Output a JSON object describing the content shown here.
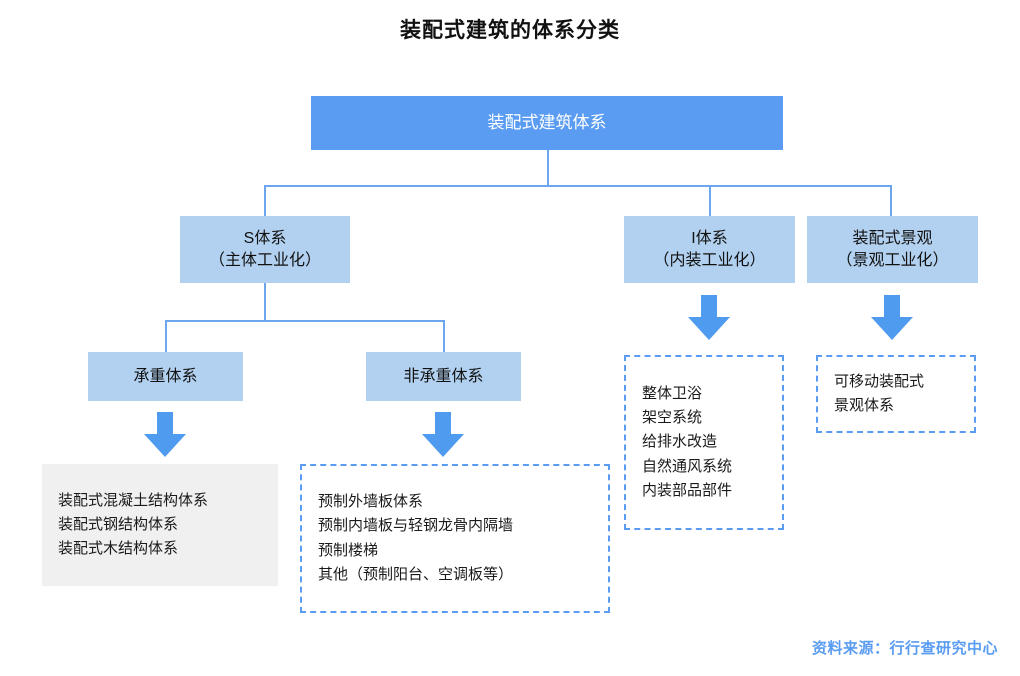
{
  "page": {
    "title": "装配式建筑的体系分类",
    "footer_source": "资料来源：行行查研究中心",
    "colors": {
      "root_fill": "#5a9cf2",
      "level2_fill": "#b2d1f0",
      "connector": "#6ba6ef",
      "arrow": "#4f9bf0",
      "gray_panel": "#f0f0f0",
      "dashed_border": "#5a9cf2",
      "footer_text": "#5a9cf2"
    }
  },
  "diagram": {
    "type": "tree",
    "root": {
      "label": "装配式建筑体系"
    },
    "branches": [
      {
        "id": "s-system",
        "label_line1": "S体系",
        "label_line2": "（主体工业化）",
        "children": [
          {
            "id": "load-bearing",
            "label": "承重体系",
            "items": [
              "装配式混凝土结构体系",
              "装配式钢结构体系",
              "装配式木结构体系"
            ]
          },
          {
            "id": "non-load-bearing",
            "label": "非承重体系",
            "items": [
              "预制外墙板体系",
              "预制内墙板与轻钢龙骨内隔墙",
              "预制楼梯",
              "其他（预制阳台、空调板等）"
            ]
          }
        ]
      },
      {
        "id": "i-system",
        "label_line1": "I体系",
        "label_line2": "（内装工业化）",
        "items": [
          "整体卫浴",
          "架空系统",
          "给排水改造",
          "自然通风系统",
          "内装部品部件"
        ]
      },
      {
        "id": "landscape-system",
        "label_line1": "装配式景观",
        "label_line2": "（景观工业化）",
        "items": [
          "可移动装配式",
          "景观体系"
        ]
      }
    ]
  }
}
